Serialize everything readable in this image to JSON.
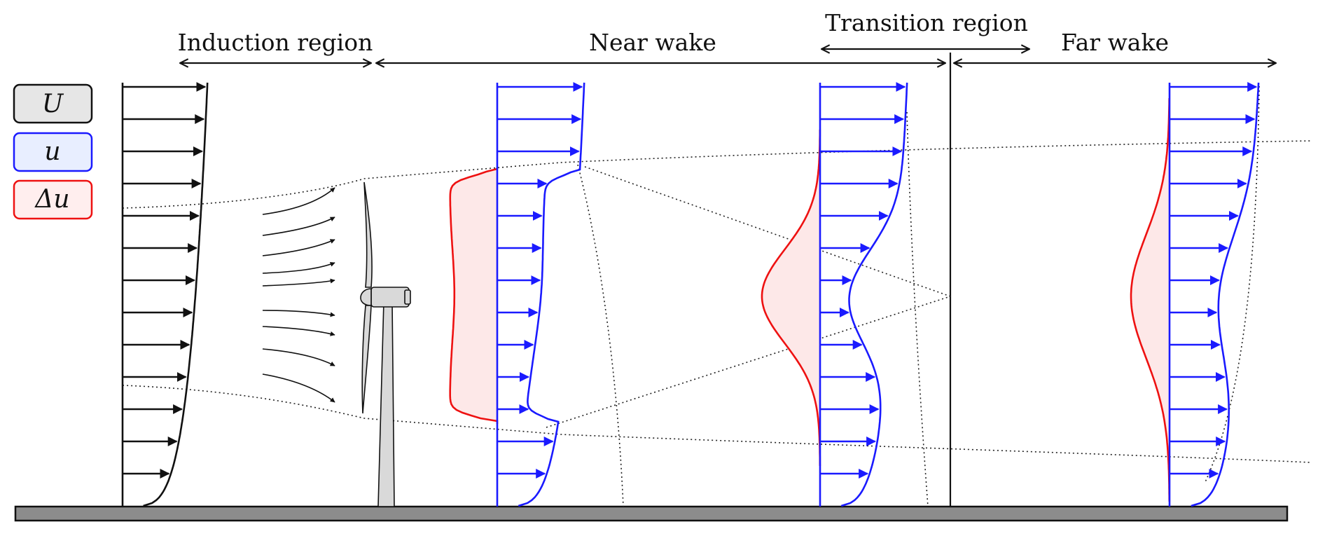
{
  "regions": {
    "induction": "Induction region",
    "near_wake": "Near wake",
    "transition": "Transition region",
    "far_wake": "Far wake"
  },
  "legend": [
    {
      "symbol": "U",
      "color": "#111111",
      "fill": "#e6e6e6"
    },
    {
      "symbol": "u",
      "color": "#1a1aff",
      "fill": "#e8eeff"
    },
    {
      "symbol": "Δu",
      "color": "#ee1111",
      "fill": "#ffeeee"
    }
  ],
  "colors": {
    "inflow": "#111111",
    "wake_velocity": "#1a1aff",
    "velocity_deficit": "#ee1111",
    "deficit_fill": "#fde8e8",
    "ground": "#8c8c8c",
    "turbine": "#d9d9d9"
  }
}
